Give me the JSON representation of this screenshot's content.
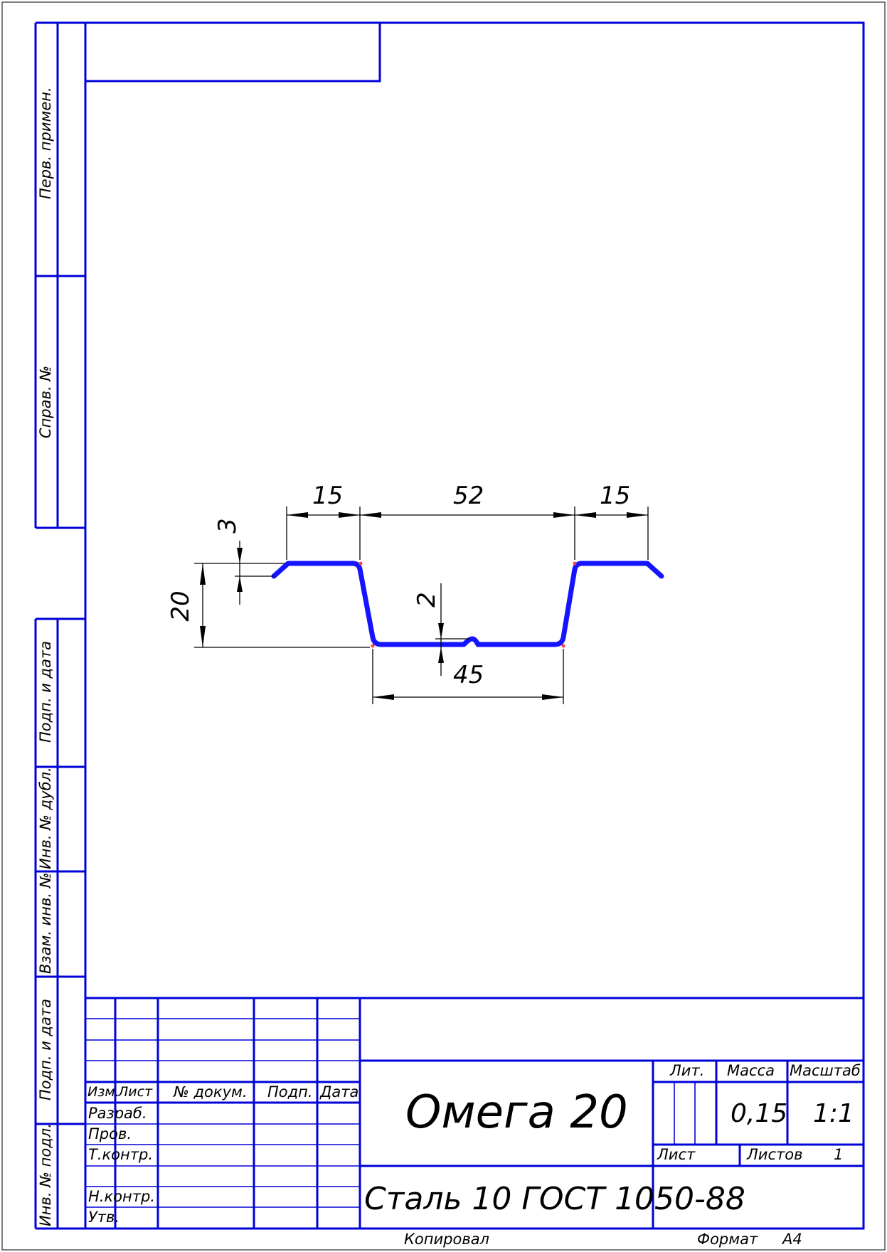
{
  "side_labels": [
    "Перв. примен.",
    "Справ. №",
    "Подп. и дата",
    "Инв. № дубл.",
    "Взам. инв. №",
    "Подп. и дата",
    "Инв. № подл."
  ],
  "dimensions": {
    "left_flange": "15",
    "center_span": "52",
    "right_flange": "15",
    "lip": "3",
    "height": "20",
    "groove": "2",
    "bottom": "45"
  },
  "title_block": {
    "rev_headers": {
      "izm": "Изм.",
      "list": "Лист",
      "doc": "№ докум.",
      "podp": "Подп.",
      "data": "Дата"
    },
    "roles": [
      "Разраб.",
      "Пров.",
      "Т.контр.",
      "",
      "Н.контр.",
      "Утв."
    ],
    "designation": "Омега 20",
    "material": "Сталь 10  ГОСТ 1050-88",
    "lit_label": "Лит.",
    "mass_label": "Масса",
    "scale_label": "Масштаб",
    "mass": "0,15",
    "scale": "1:1",
    "sheet_label": "Лист",
    "sheets_label": "Листов",
    "sheets_count": "1"
  },
  "footer": {
    "copied": "Копировал",
    "format_label": "Формат",
    "format_value": "A4"
  }
}
